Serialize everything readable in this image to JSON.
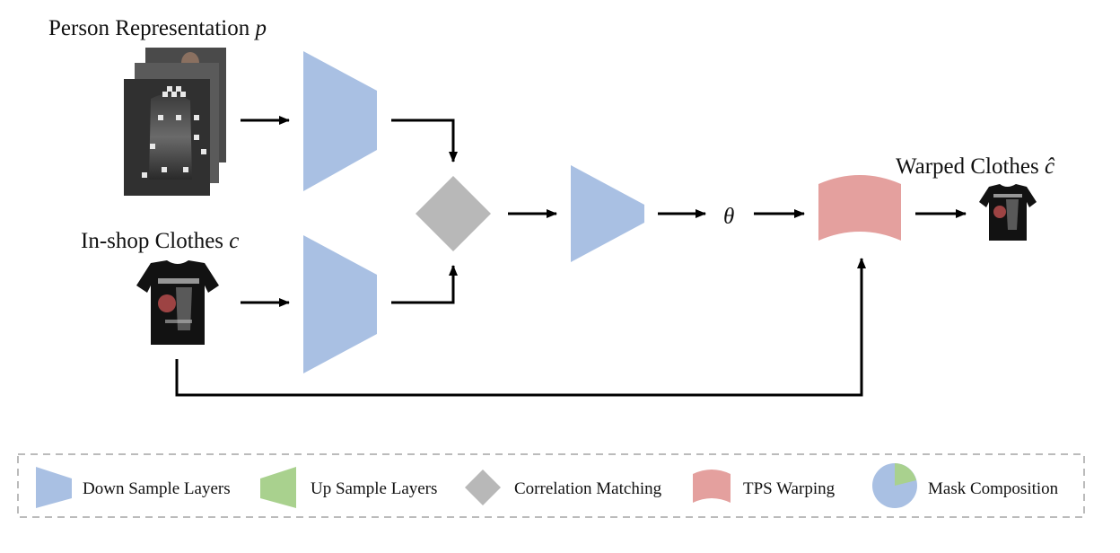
{
  "labels": {
    "person_title": "Person Representation",
    "person_var": "p",
    "clothes_title": "In-shop Clothes",
    "clothes_var": "c",
    "warped_title": "Warped Clothes",
    "warped_var": "ĉ",
    "theta": "θ"
  },
  "legend": {
    "items": [
      {
        "label": "Down Sample Layers",
        "icon": "down-sample-trapezoid",
        "color": "#a9c0e3"
      },
      {
        "label": "Up Sample Layers",
        "icon": "up-sample-trapezoid",
        "color": "#a9d18e"
      },
      {
        "label": "Correlation Matching",
        "icon": "diamond",
        "color": "#b8b8b8"
      },
      {
        "label": "TPS Warping",
        "icon": "tps-wave",
        "color": "#e4a09e"
      },
      {
        "label": "Mask Composition",
        "icon": "pie",
        "color": "#a9c0e3"
      }
    ]
  },
  "colors": {
    "encoder": "#a9c0e3",
    "up": "#a9d18e",
    "correlation": "#b8b8b8",
    "tps": "#e4a09e",
    "arrow": "#000000",
    "legend_border": "#bbbbbb"
  }
}
